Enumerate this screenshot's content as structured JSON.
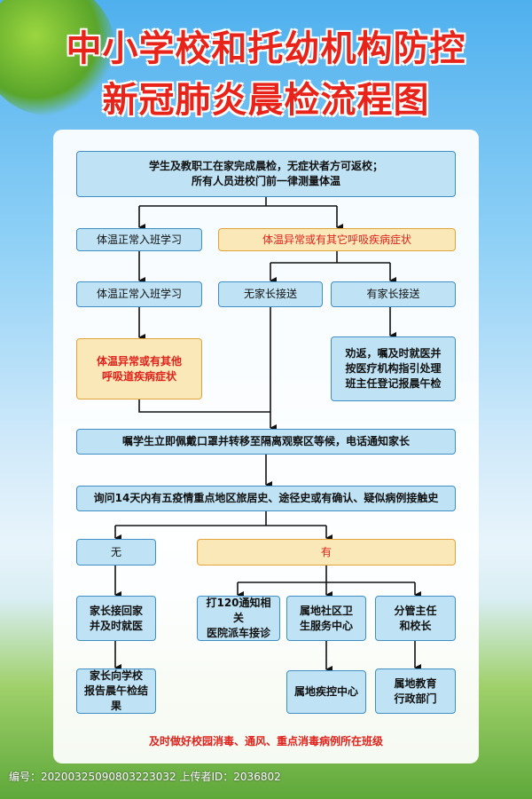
{
  "title": {
    "line1": "中小学校和托幼机构防控",
    "line2": "新冠肺炎晨检流程图"
  },
  "flow": {
    "start": "学生及教职工在家完成晨检，无症状者方可返校；\n所有人员进校门前一律测量体温",
    "normal_1": "体温正常入班学习",
    "abnormal_1": "体温异常或有其它呼吸疾病症状",
    "normal_2": "体温正常入班学习",
    "no_parent": "无家长接送",
    "has_parent": "有家长接送",
    "abnormal_2": "体温异常或有其他\n呼吸道疾病症状",
    "persuade": "劝返，嘱及时就医并\n按医疗机构指引处理\n班主任登记报晨午检",
    "isolate": "嘱学生立即佩戴口罩并转移至隔离观察区等候，电话通知家长",
    "inquire": "询问14天内有五疫情重点地区旅居史、途径史或有确认、疑似病例接触史",
    "no": "无",
    "yes": "有",
    "parent_pickup": "家长接回家\n并及时就医",
    "call_120": "打120通知相关\n医院派车接诊",
    "community": "属地社区卫\n生服务中心",
    "leaders": "分管主任\n和校长",
    "report_school": "家长向学校\n报告晨午检结果",
    "cdc": "属地疾控中心",
    "edu_dept": "属地教育\n行政部门"
  },
  "footer_note": "及时做好校园消毒、通风、重点消毒病例所在班级",
  "image_meta": "编号：20200325090803223032 上传者ID：2036802",
  "colors": {
    "title": "#e8241a",
    "box_fill": "#bfe3f5",
    "box_border": "#3f8fc7",
    "warn_fill": "#fbe8b8",
    "warn_text": "#e0221c"
  }
}
